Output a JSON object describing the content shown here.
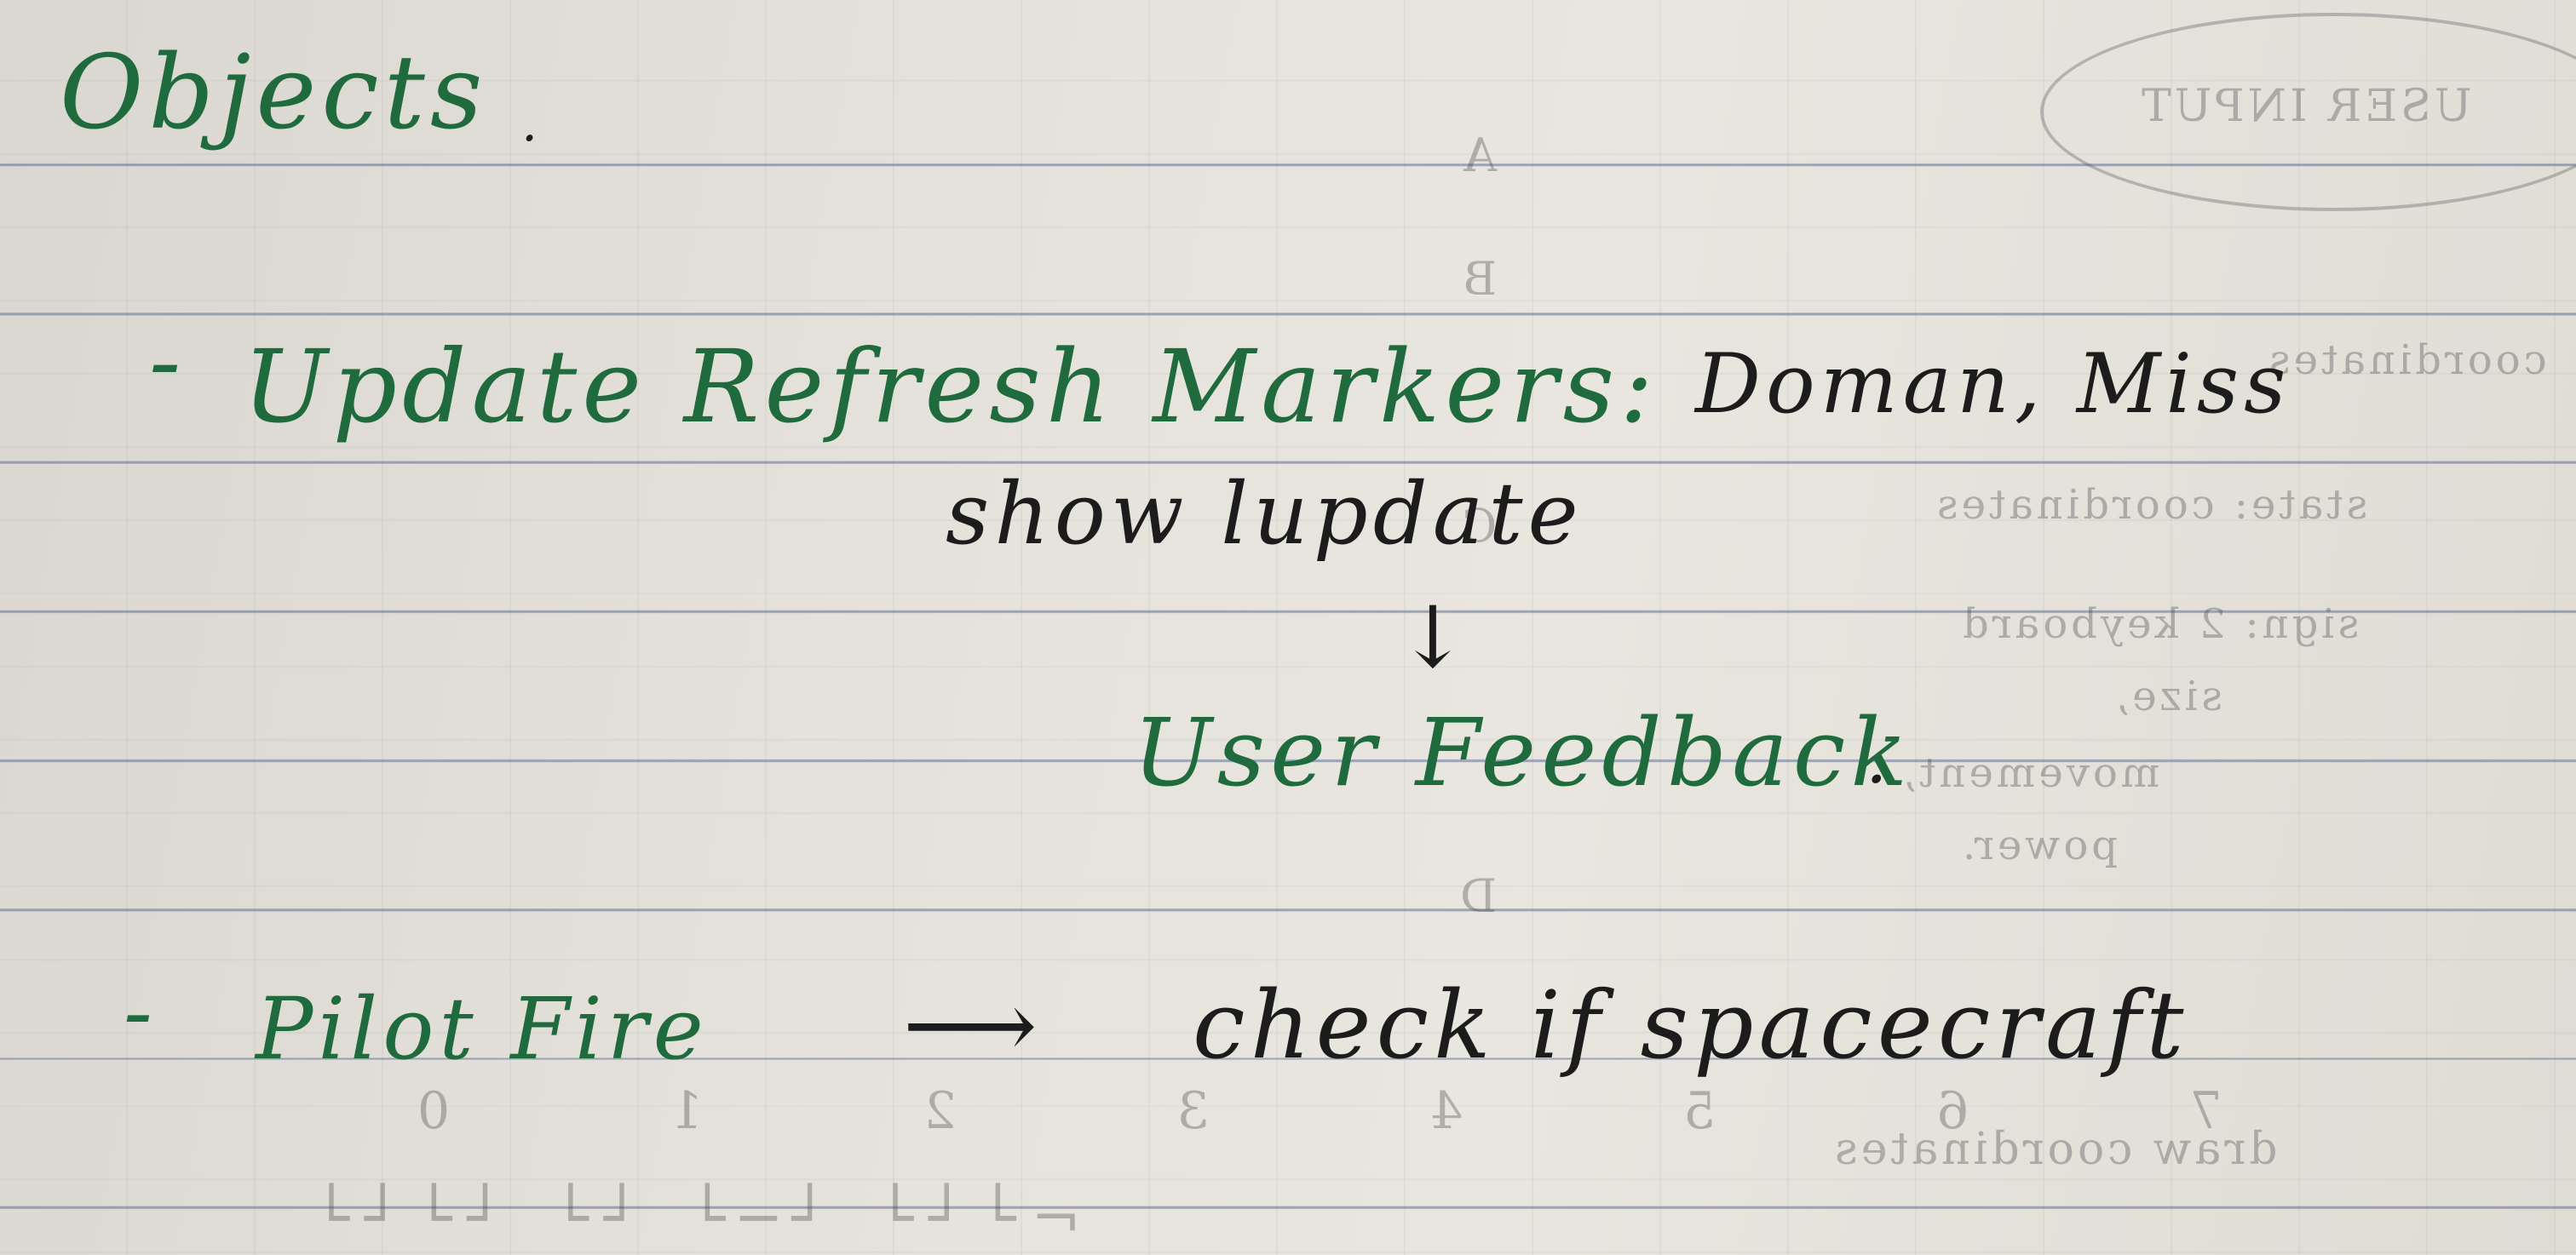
{
  "note": {
    "heading": "Objects",
    "heading_dot": ".",
    "line1_dash": "-",
    "line1_text": "Update Refresh Markers:",
    "line1_rest": "Doman, Miss",
    "line2_text": "show lupdate",
    "arrow_down": "↓",
    "line3_text": "User Feedback",
    "line3_dot": ".",
    "line4_dash": "-",
    "line4_text": "Pilot Fire",
    "arrow_right": "⟶",
    "line4_rest": "check if spacecraft"
  },
  "bleed_through": {
    "oval_text": "USER INPUT",
    "row1": "coordinates",
    "row2": "state: coordinates",
    "row3": "sign: 2 keyboard",
    "row4": "size,",
    "row5": "movement,",
    "row6": "power.",
    "row7": "draw coordinates",
    "column_letters": "A\nB\n\nC\n\n\nD",
    "digits": "7 6 5 4 3 2 1 0",
    "bars": "⌐┘└┘ └─┘ └┘ └┘└┘"
  },
  "colors": {
    "green_ink": "#1f6b3d",
    "black_ink": "#1c1c1c",
    "rule_line": "#5f6e96"
  }
}
